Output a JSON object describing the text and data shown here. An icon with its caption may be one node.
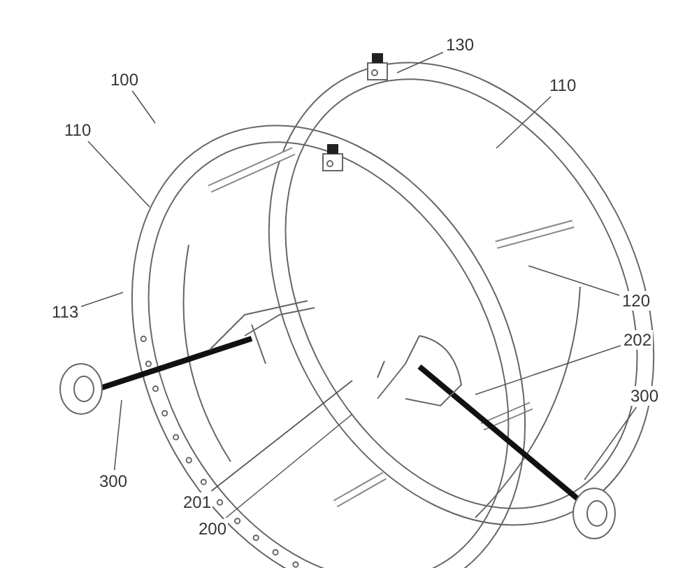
{
  "diagram": {
    "nodes": [
      {
        "text": [
          "100"
        ]
      },
      {
        "text": [
          "110"
        ]
      },
      {
        "text": [
          "130"
        ]
      },
      {
        "text": [
          "110"
        ]
      },
      {
        "text": [
          "113"
        ]
      },
      {
        "text": [
          "120"
        ]
      },
      {
        "text": [
          "202"
        ]
      },
      {
        "text": [
          "300"
        ]
      },
      {
        "text": [
          "300"
        ]
      },
      {
        "text": [
          "201"
        ]
      },
      {
        "text": [
          "200"
        ]
      }
    ],
    "edges": [
      {
        "from": 0,
        "to": null,
        "arrow": "none"
      },
      {
        "from": 1,
        "to": null,
        "arrow": "none"
      },
      {
        "from": 2,
        "to": null,
        "arrow": "none"
      },
      {
        "from": 3,
        "to": null,
        "arrow": "none"
      },
      {
        "from": 4,
        "to": null,
        "arrow": "none"
      },
      {
        "from": 5,
        "to": null,
        "arrow": "none"
      },
      {
        "from": 6,
        "to": null,
        "arrow": "none"
      },
      {
        "from": 7,
        "to": null,
        "arrow": "none"
      },
      {
        "from": 8,
        "to": null,
        "arrow": "none"
      },
      {
        "from": 9,
        "to": null,
        "arrow": "none"
      },
      {
        "from": 10,
        "to": null,
        "arrow": "none"
      }
    ]
  }
}
